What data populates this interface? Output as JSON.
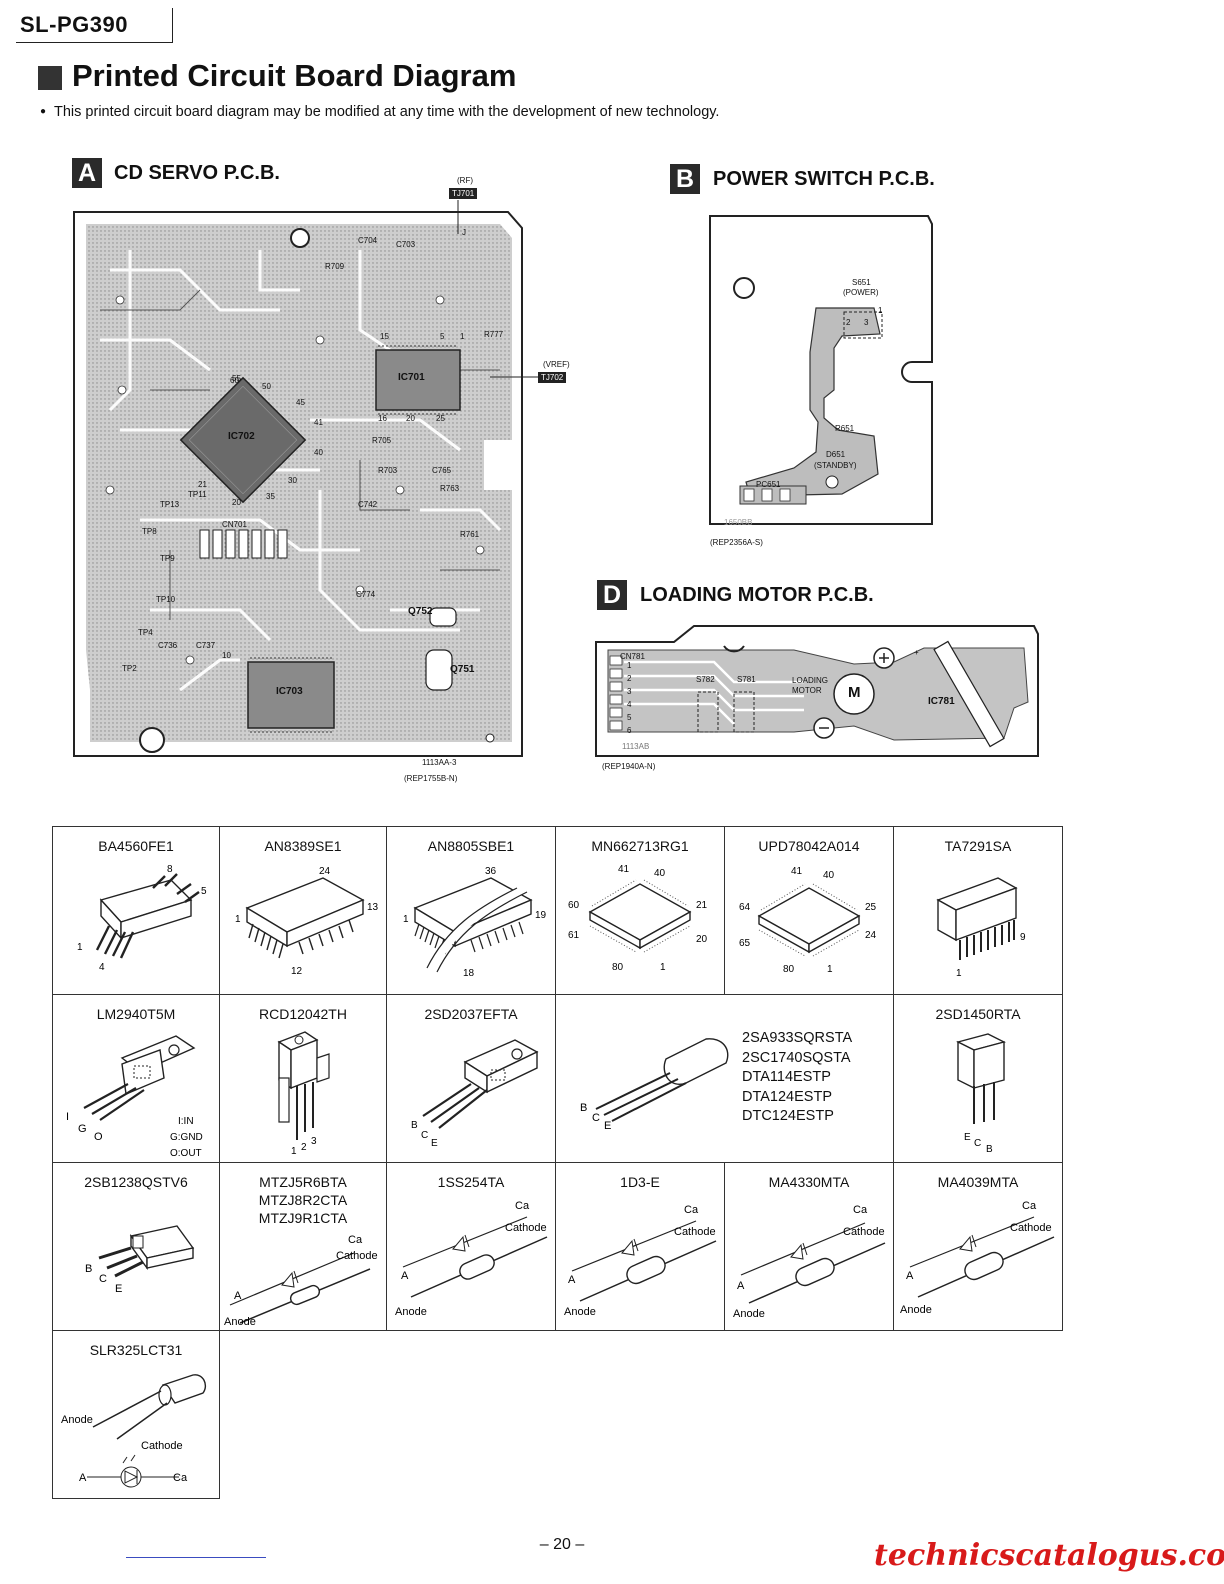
{
  "model": "SL-PG390",
  "page_title": "Printed Circuit Board Diagram",
  "notice": "This printed circuit board diagram may be modified at any time with the development of new technology.",
  "sections": {
    "a": {
      "badge": "A",
      "title": "CD SERVO P.C.B.",
      "part_no": "(REP1755B-N)",
      "board_code": "1113AA-3"
    },
    "b": {
      "badge": "B",
      "title": "POWER SWITCH P.C.B.",
      "part_no": "(REP2356A-S)",
      "board_code": "1650BB"
    },
    "d": {
      "badge": "D",
      "title": "LOADING MOTOR P.C.B.",
      "part_no": "(REP1940A-N)",
      "board_code": "1113AB"
    }
  },
  "test_points": {
    "rf_label": "(RF)",
    "rf_tag": "TJ701",
    "vref_label": "(VREF)",
    "vref_tag": "TJ702"
  },
  "board_a_labels": {
    "ic701": "IC701",
    "ic702": "IC702",
    "ic703": "IC703",
    "cn701": "CN701",
    "q751": "Q751",
    "q752": "Q752",
    "r761": "R761",
    "r777": "R777",
    "c704": "C704",
    "c703": "C703",
    "r709": "R709",
    "r705": "R705",
    "r703": "R703",
    "c765": "C765",
    "r763": "R763",
    "c742": "C742",
    "c774": "C774",
    "c737": "C737",
    "c736": "C736",
    "tp8": "TP8",
    "tp9": "TP9",
    "tp10": "TP10",
    "tp4": "TP4",
    "tp2": "TP2",
    "tp13": "TP13",
    "tp11": "TP11",
    "pin15": "15",
    "pin16": "16",
    "pin5": "5",
    "pin1": "1",
    "pin20": "20",
    "pin25": "25",
    "pin30": "30",
    "pin40": "40",
    "pin41": "41",
    "pin45": "45",
    "pin50": "50",
    "pin10": "10",
    "pin21": "21",
    "pin60": "60",
    "pin55": "55",
    "pin35": "35",
    "pin_j": "J"
  },
  "board_b_labels": {
    "s651": "S651",
    "power": "(POWER)",
    "r651": "R651",
    "d651": "D651",
    "standby": "(STANDBY)",
    "pc651": "PC651",
    "pin1": "1",
    "pin2": "2",
    "pin3": "3"
  },
  "board_d_labels": {
    "cn781": "CN781",
    "s782": "S782",
    "s781": "S781",
    "loading": "LOADING",
    "motor": "MOTOR",
    "m": "M",
    "ic781": "IC781",
    "pin1": "1",
    "pin2": "2",
    "pin3": "3",
    "pin4": "4",
    "pin5": "5",
    "pin6": "6",
    "plus": "+"
  },
  "components": {
    "ba4560": {
      "name": "BA4560FE1",
      "p8": "8",
      "p5": "5",
      "p1": "1",
      "p4": "4"
    },
    "an8389": {
      "name": "AN8389SE1",
      "p24": "24",
      "p13": "13",
      "p1": "1",
      "p12": "12"
    },
    "an8805": {
      "name": "AN8805SBE1",
      "p36": "36",
      "p19": "19",
      "p1": "1",
      "p18": "18"
    },
    "mn662713": {
      "name": "MN662713RG1",
      "p41": "41",
      "p40": "40",
      "p60": "60",
      "p21": "21",
      "p61": "61",
      "p20": "20",
      "p80": "80",
      "p1": "1"
    },
    "upd78042": {
      "name": "UPD78042A014",
      "p41": "41",
      "p40": "40",
      "p64": "64",
      "p25": "25",
      "p65": "65",
      "p24": "24",
      "p80": "80",
      "p1": "1"
    },
    "ta7291": {
      "name": "TA7291SA",
      "p9": "9",
      "p1": "1"
    },
    "lm2940": {
      "name": "LM2940T5M",
      "i": "I",
      "g": "G",
      "o": "O",
      "legend_in": "I:IN",
      "legend_gnd": "G:GND",
      "legend_out": "O:OUT"
    },
    "rcd12042": {
      "name": "RCD12042TH",
      "p1": "1",
      "p2": "2",
      "p3": "3"
    },
    "sd2037": {
      "name": "2SD2037EFTA",
      "b": "B",
      "c": "C",
      "e": "E"
    },
    "transistors": {
      "names": [
        "2SA933SQRSTA",
        "2SC1740SQSTA",
        "DTA114ESTP",
        "DTA124ESTP",
        "DTC124ESTP"
      ],
      "b": "B",
      "c": "C",
      "e": "E"
    },
    "sd1450": {
      "name": "2SD1450RTA",
      "e": "E",
      "c": "C",
      "b": "B"
    },
    "sb1238": {
      "name": "2SB1238QSTV6",
      "b": "B",
      "c": "C",
      "e": "E"
    },
    "mtzj": {
      "names": [
        "MTZJ5R6BTA",
        "MTZJ8R2CTA",
        "MTZJ9R1CTA"
      ],
      "ca": "Ca",
      "cathode": "Cathode",
      "a": "A",
      "anode": "Anode"
    },
    "ss254": {
      "name": "1SS254TA",
      "ca": "Ca",
      "cathode": "Cathode",
      "a": "A",
      "anode": "Anode"
    },
    "d3e": {
      "name": "1D3-E",
      "ca": "Ca",
      "cathode": "Cathode",
      "a": "A",
      "anode": "Anode"
    },
    "ma4330": {
      "name": "MA4330MTA",
      "ca": "Ca",
      "cathode": "Cathode",
      "a": "A",
      "anode": "Anode"
    },
    "ma4039": {
      "name": "MA4039MTA",
      "ca": "Ca",
      "cathode": "Cathode",
      "a": "A",
      "anode": "Anode"
    },
    "slr325": {
      "name": "SLR325LCT31",
      "anode": "Anode",
      "cathode": "Cathode",
      "a": "A",
      "ca": "Ca"
    }
  },
  "footer": {
    "page": "– 20 –",
    "site": "technicscatalogus.com"
  }
}
